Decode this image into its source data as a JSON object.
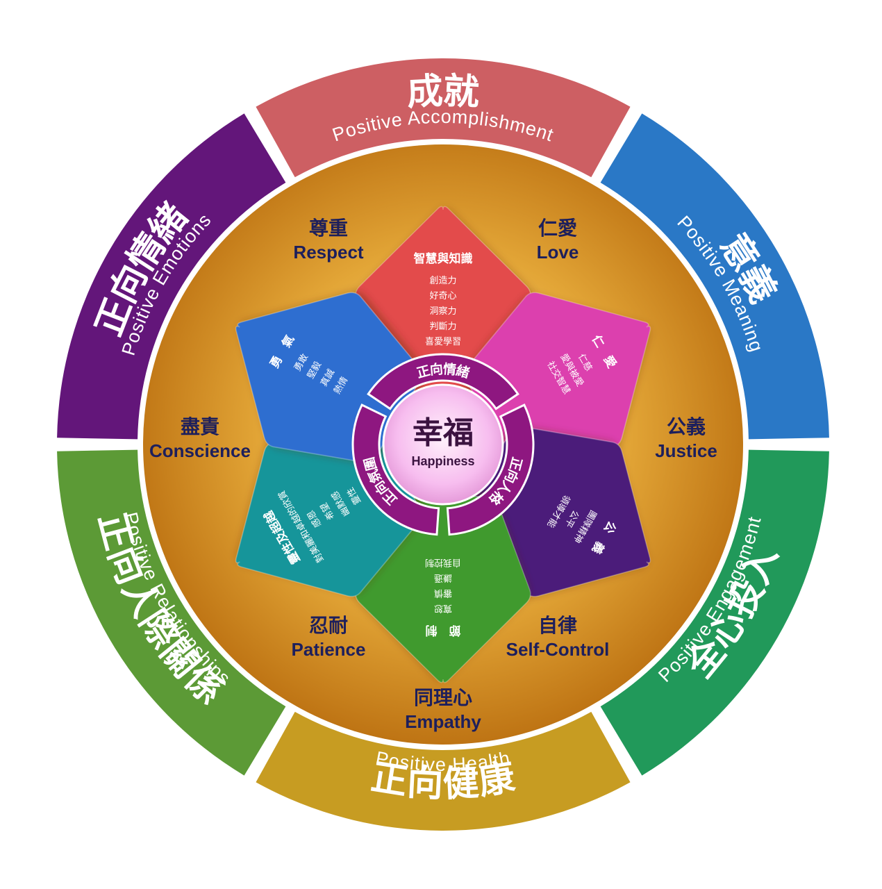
{
  "outer_ring": [
    {
      "cn": "成就",
      "en": "Positive Accomplishment",
      "color": "#cd5f63"
    },
    {
      "cn": "意義",
      "en": "Positive Meaning",
      "color": "#2a78c6"
    },
    {
      "cn": "全心投入",
      "en": "Positive Engagement",
      "color": "#21995a"
    },
    {
      "cn": "正向健康",
      "en": "Positive Health",
      "color": "#c79c22"
    },
    {
      "cn": "正向人際關係",
      "en": "Positive Relationships",
      "color": "#5c9a36"
    },
    {
      "cn": "正向情緒",
      "en": "Positive Emotions",
      "color": "#63167a"
    }
  ],
  "values": [
    {
      "cn": "仁愛",
      "en": "Love"
    },
    {
      "cn": "公義",
      "en": "Justice"
    },
    {
      "cn": "自律",
      "en": "Self-Control"
    },
    {
      "cn": "同理心",
      "en": "Empathy"
    },
    {
      "cn": "忍耐",
      "en": "Patience"
    },
    {
      "cn": "盡責",
      "en": "Conscience"
    },
    {
      "cn": "尊重",
      "en": "Respect"
    }
  ],
  "petals": [
    {
      "title": "智慧與知識",
      "items": [
        "創造力",
        "好奇心",
        "洞察力",
        "判斷力",
        "喜愛學習"
      ],
      "color": "#e34b4b"
    },
    {
      "title": "仁　愛",
      "items": [
        "仁慈",
        "愛與被愛",
        "社交智慧"
      ],
      "color": "#dc3fae"
    },
    {
      "title": "公　義",
      "items": [
        "團隊精神",
        "公平",
        "領導才能"
      ],
      "color": "#4b1a7a"
    },
    {
      "title": "節　制",
      "items": [
        "寬恕",
        "審慎",
        "謙遜",
        "自我控制"
      ],
      "color": "#3f9a2f"
    },
    {
      "title": "靈性及超越",
      "items": [
        "對美麗和卓越的欣賞",
        "感恩",
        "希望",
        "幽默感",
        "靈性"
      ],
      "color": "#16959a"
    },
    {
      "title": "勇　氣",
      "items": [
        "勇敢",
        "堅毅",
        "真誠",
        "熱情"
      ],
      "color": "#2d6ed0"
    }
  ],
  "hub_ring": [
    {
      "label": "正向情緒"
    },
    {
      "label": "正向人格"
    },
    {
      "label": "正向氛圍"
    }
  ],
  "center": {
    "cn": "幸福",
    "en": "Happiness"
  },
  "colors": {
    "board": "#d9951f",
    "hub_ring": "#8e1780",
    "hub_center": "#f6b8ee"
  }
}
